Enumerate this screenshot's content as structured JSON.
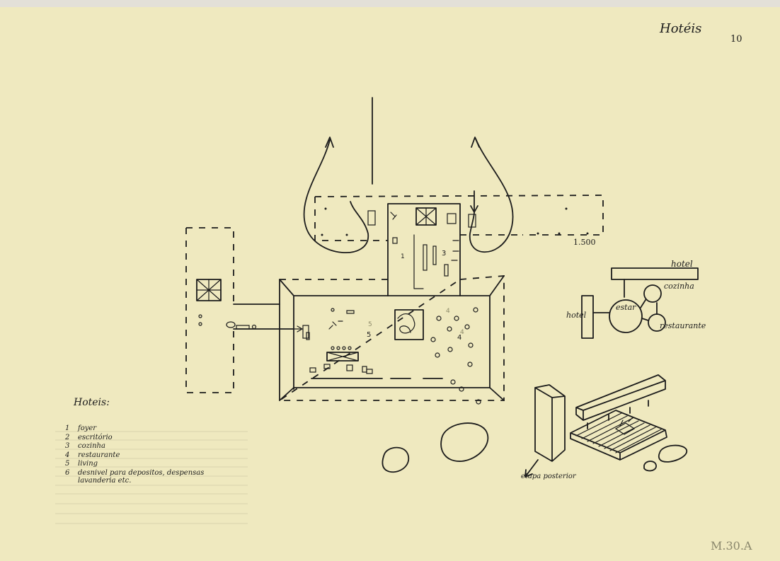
{
  "title": "Hotéis",
  "sheet_number": "10",
  "scale": "1.500",
  "plan_numbers": [
    "1",
    "3",
    "4",
    "5",
    "5",
    "4",
    "4"
  ],
  "legend": {
    "heading": "Hoteis:",
    "items": [
      {
        "num": "1",
        "text": "foyer"
      },
      {
        "num": "2",
        "text": "escritório"
      },
      {
        "num": "3",
        "text": "cozinha"
      },
      {
        "num": "4",
        "text": "restaurante"
      },
      {
        "num": "5",
        "text": "living"
      },
      {
        "num": "6",
        "text": "desnivel para depositos, despensas",
        "cont": "lavanderia etc."
      }
    ]
  },
  "diagram": {
    "hotel_label_top": "hotel",
    "hotel_label_left": "hotel",
    "center_label": "estar",
    "kitchen_label": "cozinha",
    "restaurant_label": "restaurante"
  },
  "sketch_note": "etapa posterior",
  "catalog_mark": "M.30.A"
}
